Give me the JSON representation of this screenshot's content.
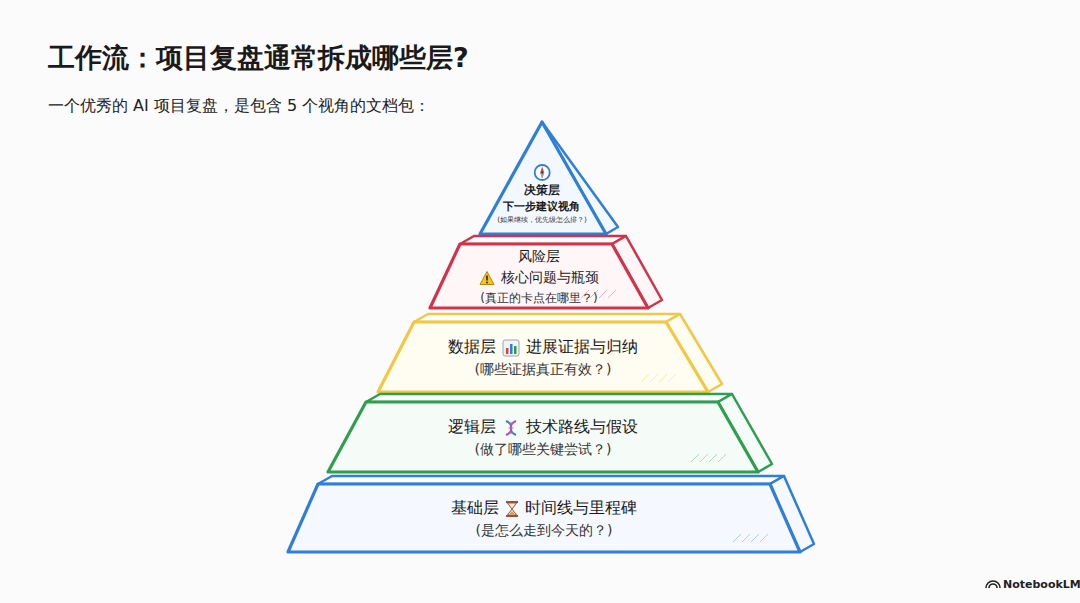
{
  "diagram": {
    "title": "工作流：项目复盘通常拆成哪些层?",
    "caption": "一个优秀的 AI 项目复盘，是包含 5 个视角的文档包：",
    "nodes": [
      {
        "text": [
          "决策层",
          "下一步建议视角",
          "(如果继续，优先级怎么排？)"
        ]
      },
      {
        "text": [
          "风险层",
          "核心问题与瓶颈",
          "(真正的卡点在哪里？)"
        ]
      },
      {
        "text": [
          "数据层",
          "进展证据与归纳",
          "(哪些证据真正有效？)"
        ]
      },
      {
        "text": [
          "逻辑层",
          "技术路线与假设",
          "(做了哪些关键尝试？)"
        ]
      },
      {
        "text": [
          "基础层",
          "时间线与里程碑",
          "(是怎么走到今天的？)"
        ]
      }
    ],
    "labels": [
      "NotebookLM"
    ]
  }
}
